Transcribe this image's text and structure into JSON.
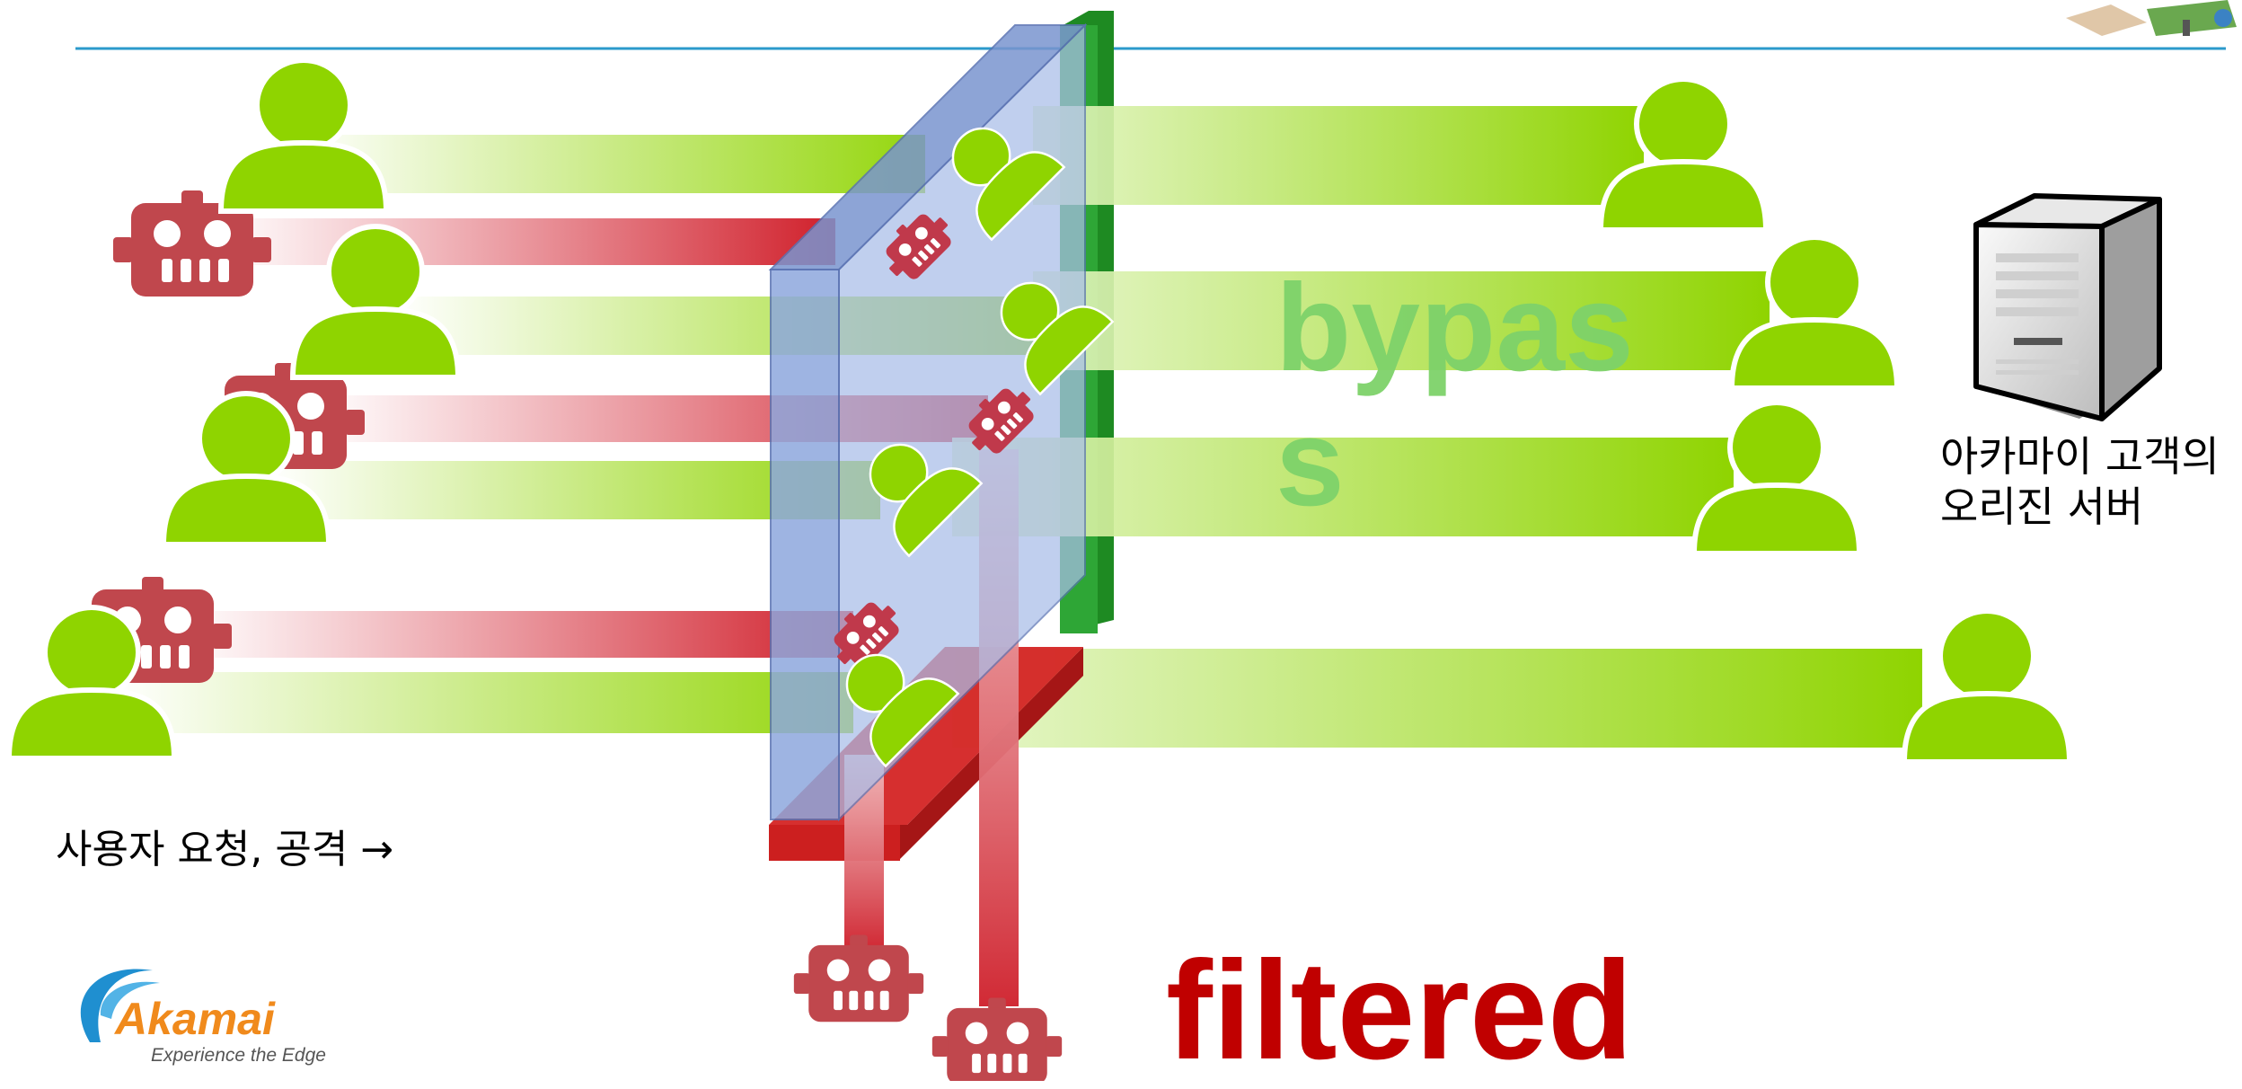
{
  "labels": {
    "bypass": "bypass",
    "filtered": "filtered",
    "origin_server": "아카마이 고객의 오리진 서버",
    "user_requests": "사용자 요청, 공격 →"
  },
  "brand": {
    "name": "Akamai",
    "tagline": "Experience the Edge"
  },
  "colors": {
    "user": "#8fd400",
    "bot": "#c0392b",
    "shield": "#9db3e0",
    "pass_bar": "#2ea636",
    "filter_bar": "#cc1f1f",
    "rule": "#2b9acb"
  },
  "icons": {
    "user": "user-icon",
    "bot": "bot-icon",
    "server": "server-icon",
    "logo": "akamai-logo-icon"
  }
}
